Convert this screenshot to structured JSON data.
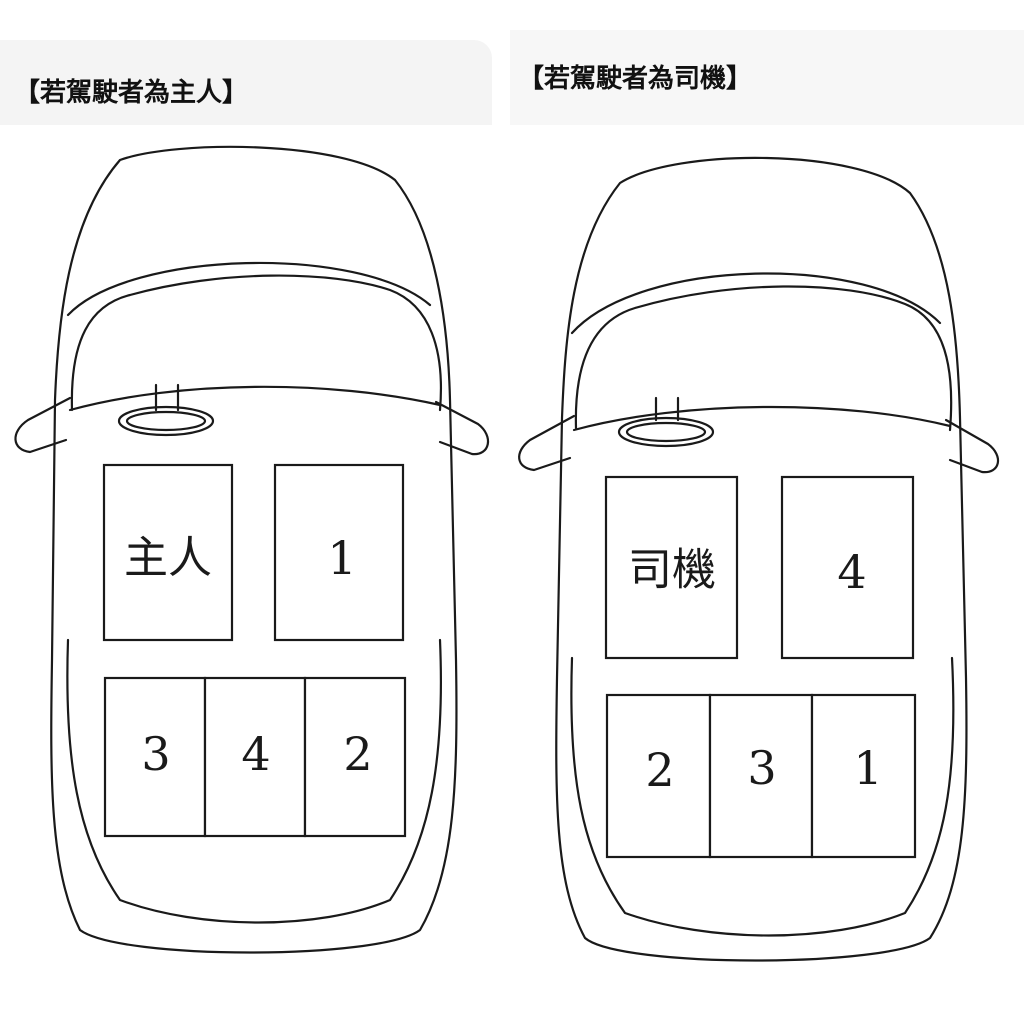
{
  "colors": {
    "line": "#1a1a1a",
    "panel_background": "#f4f4f4",
    "seat_fill": "#ffffff"
  },
  "left": {
    "title": "【若駕駛者為主人】",
    "seats": {
      "front_left": "主人",
      "front_right": "1",
      "rear_left": "3",
      "rear_middle": "4",
      "rear_right": "2"
    }
  },
  "right": {
    "title": "【若駕駛者為司機】",
    "seats": {
      "front_left": "司機",
      "front_right": "4",
      "rear_left": "2",
      "rear_middle": "3",
      "rear_right": "1"
    }
  }
}
